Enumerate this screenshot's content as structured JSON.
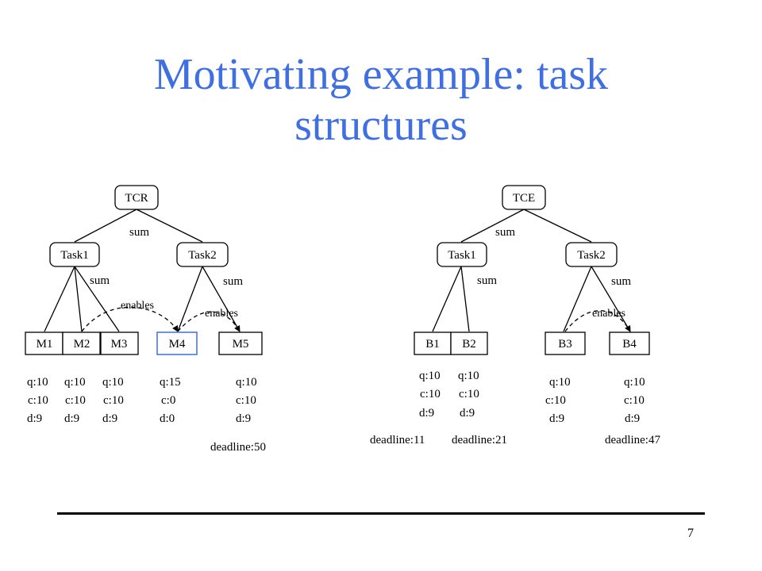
{
  "slide": {
    "title_line1": "Motivating example: task",
    "title_line2": "structures",
    "page_number": "7",
    "title_color": "#3f6fe0"
  },
  "left": {
    "root": "TCR",
    "root_qaf": "sum",
    "task1": "Task1",
    "task1_qaf": "sum",
    "task2": "Task2",
    "task2_qaf": "sum",
    "enables1": "enables",
    "enables2": "enables",
    "methods": [
      {
        "name": "M1",
        "q": "q:10",
        "c": "c:10",
        "d": "d:9"
      },
      {
        "name": "M2",
        "q": "q:10",
        "c": "c:10",
        "d": "d:9"
      },
      {
        "name": "M3",
        "q": "q:10",
        "c": "c:10",
        "d": "d:9"
      },
      {
        "name": "M4",
        "q": "q:15",
        "c": "c:0",
        "d": "d:0"
      },
      {
        "name": "M5",
        "q": "q:10",
        "c": "c:10",
        "d": "d:9"
      }
    ],
    "deadline": "deadline:50",
    "highlight_color": "#3f6fe0"
  },
  "right": {
    "root": "TCE",
    "root_qaf": "sum",
    "task1": "Task1",
    "task1_qaf": "sum",
    "task2": "Task2",
    "task2_qaf": "sum",
    "enables": "enables",
    "methods": [
      {
        "name": "B1",
        "q": "q:10",
        "c": "c:10",
        "d": "d:9"
      },
      {
        "name": "B2",
        "q": "q:10",
        "c": "c:10",
        "d": "d:9"
      },
      {
        "name": "B3",
        "q": "q:10",
        "c": "c:10",
        "d": "d:9"
      },
      {
        "name": "B4",
        "q": "q:10",
        "c": "c:10",
        "d": "d:9"
      }
    ],
    "deadline1": "deadline:11",
    "deadline2": "deadline:21",
    "deadline3": "deadline:47"
  }
}
